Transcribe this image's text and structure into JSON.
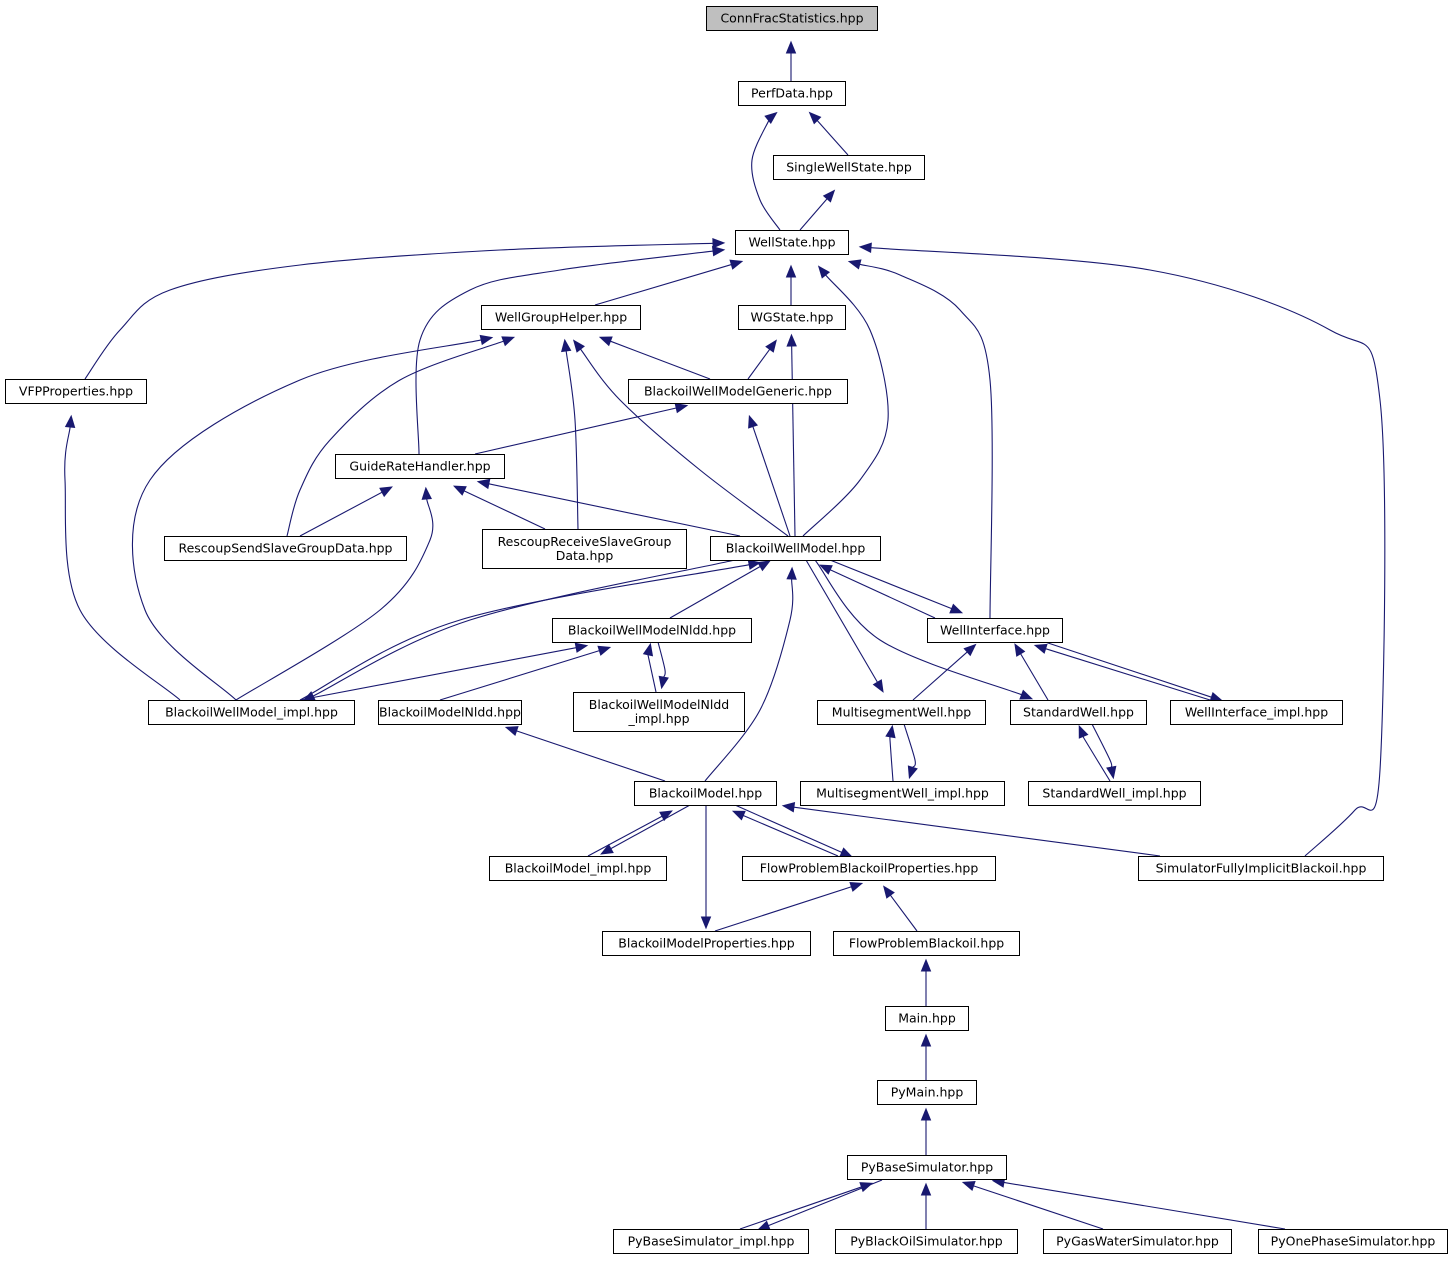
{
  "title": "ConnFracStatistics.hpp include dependency graph (included-by)",
  "colors": {
    "edge": "#191970",
    "root_fill": "#bfbfbf",
    "node_fill": "#ffffff",
    "border": "#000000"
  },
  "nodes": [
    {
      "id": "connfrac",
      "label": [
        "ConnFracStatistics.hpp"
      ],
      "root": true
    },
    {
      "id": "perfdata",
      "label": [
        "PerfData.hpp"
      ]
    },
    {
      "id": "singlewellstate",
      "label": [
        "SingleWellState.hpp"
      ]
    },
    {
      "id": "wellstate",
      "label": [
        "WellState.hpp"
      ]
    },
    {
      "id": "wellgrouphelper",
      "label": [
        "WellGroupHelper.hpp"
      ]
    },
    {
      "id": "wgstate",
      "label": [
        "WGState.hpp"
      ]
    },
    {
      "id": "vfpproperties",
      "label": [
        "VFPProperties.hpp"
      ]
    },
    {
      "id": "bwmgeneric",
      "label": [
        "BlackoilWellModelGeneric.hpp"
      ]
    },
    {
      "id": "guideratehandler",
      "label": [
        "GuideRateHandler.hpp"
      ]
    },
    {
      "id": "rescoupsend",
      "label": [
        "RescoupSendSlaveGroupData.hpp"
      ]
    },
    {
      "id": "rescoupreceive",
      "label": [
        "RescoupReceiveSlaveGroup",
        "Data.hpp"
      ]
    },
    {
      "id": "bwm",
      "label": [
        "BlackoilWellModel.hpp"
      ]
    },
    {
      "id": "bwmnldd",
      "label": [
        "BlackoilWellModelNldd.hpp"
      ]
    },
    {
      "id": "wellinterface",
      "label": [
        "WellInterface.hpp"
      ]
    },
    {
      "id": "bwmimpl",
      "label": [
        "BlackoilWellModel_impl.hpp"
      ]
    },
    {
      "id": "bmnldd",
      "label": [
        "BlackoilModelNldd.hpp"
      ]
    },
    {
      "id": "bwmnlddimpl",
      "label": [
        "BlackoilWellModelNldd",
        "_impl.hpp"
      ]
    },
    {
      "id": "mswell",
      "label": [
        "MultisegmentWell.hpp"
      ]
    },
    {
      "id": "stdwell",
      "label": [
        "StandardWell.hpp"
      ]
    },
    {
      "id": "wellinterfaceimpl",
      "label": [
        "WellInterface_impl.hpp"
      ]
    },
    {
      "id": "mswellimpl",
      "label": [
        "MultisegmentWell_impl.hpp"
      ]
    },
    {
      "id": "stdwellimpl",
      "label": [
        "StandardWell_impl.hpp"
      ]
    },
    {
      "id": "bm",
      "label": [
        "BlackoilModel.hpp"
      ]
    },
    {
      "id": "bmimpl",
      "label": [
        "BlackoilModel_impl.hpp"
      ]
    },
    {
      "id": "fpbprops",
      "label": [
        "FlowProblemBlackoilProperties.hpp"
      ]
    },
    {
      "id": "simfib",
      "label": [
        "SimulatorFullyImplicitBlackoil.hpp"
      ]
    },
    {
      "id": "bmprops",
      "label": [
        "BlackoilModelProperties.hpp"
      ]
    },
    {
      "id": "fpb",
      "label": [
        "FlowProblemBlackoil.hpp"
      ]
    },
    {
      "id": "main",
      "label": [
        "Main.hpp"
      ]
    },
    {
      "id": "pymain",
      "label": [
        "PyMain.hpp"
      ]
    },
    {
      "id": "pybasesim",
      "label": [
        "PyBaseSimulator.hpp"
      ]
    },
    {
      "id": "pybasesimimpl",
      "label": [
        "PyBaseSimulator_impl.hpp"
      ]
    },
    {
      "id": "pyblackoilsim",
      "label": [
        "PyBlackOilSimulator.hpp"
      ]
    },
    {
      "id": "pygaswatersim",
      "label": [
        "PyGasWaterSimulator.hpp"
      ]
    },
    {
      "id": "pyonephasesim",
      "label": [
        "PyOnePhaseSimulator.hpp"
      ]
    }
  ],
  "edges": [
    {
      "from": "perfdata",
      "to": "connfrac"
    },
    {
      "from": "singlewellstate",
      "to": "perfdata"
    },
    {
      "from": "wellstate",
      "to": "perfdata"
    },
    {
      "from": "wellstate",
      "to": "singlewellstate"
    },
    {
      "from": "wellgrouphelper",
      "to": "wellstate"
    },
    {
      "from": "wgstate",
      "to": "wellstate"
    },
    {
      "from": "vfpproperties",
      "to": "wellstate"
    },
    {
      "from": "guideratehandler",
      "to": "wellstate"
    },
    {
      "from": "bwm",
      "to": "wellstate"
    },
    {
      "from": "wellinterface",
      "to": "wellstate"
    },
    {
      "from": "simfib",
      "to": "wellstate"
    },
    {
      "from": "bwmgeneric",
      "to": "wellgrouphelper"
    },
    {
      "from": "bwmgeneric",
      "to": "wgstate"
    },
    {
      "from": "rescoupsend",
      "to": "wellgrouphelper"
    },
    {
      "from": "rescoupreceive",
      "to": "wellgrouphelper"
    },
    {
      "from": "bwm",
      "to": "wellgrouphelper"
    },
    {
      "from": "bwmimpl",
      "to": "wellgrouphelper"
    },
    {
      "from": "bwm",
      "to": "wgstate"
    },
    {
      "from": "bwmimpl",
      "to": "vfpproperties"
    },
    {
      "from": "guideratehandler",
      "to": "bwmgeneric"
    },
    {
      "from": "bwm",
      "to": "bwmgeneric"
    },
    {
      "from": "rescoupsend",
      "to": "guideratehandler"
    },
    {
      "from": "rescoupreceive",
      "to": "guideratehandler"
    },
    {
      "from": "bwm",
      "to": "guideratehandler"
    },
    {
      "from": "bwmimpl",
      "to": "guideratehandler"
    },
    {
      "from": "bwmimpl",
      "to": "bwm"
    },
    {
      "from": "bwm",
      "to": "bwmimpl"
    },
    {
      "from": "bwmnldd",
      "to": "bwm"
    },
    {
      "from": "bm",
      "to": "bwm"
    },
    {
      "from": "bwm",
      "to": "wellinterface"
    },
    {
      "from": "wellinterface",
      "to": "bwm"
    },
    {
      "from": "bwm",
      "to": "mswell"
    },
    {
      "from": "bwm",
      "to": "stdwell"
    },
    {
      "from": "bwmimpl",
      "to": "bwmnldd"
    },
    {
      "from": "bmnldd",
      "to": "bwmnldd"
    },
    {
      "from": "bwmnlddimpl",
      "to": "bwmnldd"
    },
    {
      "from": "bwmnldd",
      "to": "bwmnlddimpl"
    },
    {
      "from": "mswell",
      "to": "wellinterface"
    },
    {
      "from": "stdwell",
      "to": "wellinterface"
    },
    {
      "from": "wellinterfaceimpl",
      "to": "wellinterface"
    },
    {
      "from": "wellinterface",
      "to": "wellinterfaceimpl"
    },
    {
      "from": "mswellimpl",
      "to": "mswell"
    },
    {
      "from": "mswell",
      "to": "mswellimpl"
    },
    {
      "from": "stdwellimpl",
      "to": "stdwell"
    },
    {
      "from": "stdwell",
      "to": "stdwellimpl"
    },
    {
      "from": "bm",
      "to": "bmnldd"
    },
    {
      "from": "bmimpl",
      "to": "bm"
    },
    {
      "from": "bm",
      "to": "bmimpl"
    },
    {
      "from": "bm",
      "to": "bmprops"
    },
    {
      "from": "fpbprops",
      "to": "bm"
    },
    {
      "from": "bm",
      "to": "fpbprops"
    },
    {
      "from": "simfib",
      "to": "bm"
    },
    {
      "from": "bmprops",
      "to": "fpbprops"
    },
    {
      "from": "fpb",
      "to": "fpbprops"
    },
    {
      "from": "main",
      "to": "fpb"
    },
    {
      "from": "pymain",
      "to": "main"
    },
    {
      "from": "pybasesim",
      "to": "pymain"
    },
    {
      "from": "pybasesimimpl",
      "to": "pybasesim"
    },
    {
      "from": "pybasesim",
      "to": "pybasesimimpl"
    },
    {
      "from": "pyblackoilsim",
      "to": "pybasesim"
    },
    {
      "from": "pygaswatersim",
      "to": "pybasesim"
    },
    {
      "from": "pyonephasesim",
      "to": "pybasesim"
    }
  ]
}
